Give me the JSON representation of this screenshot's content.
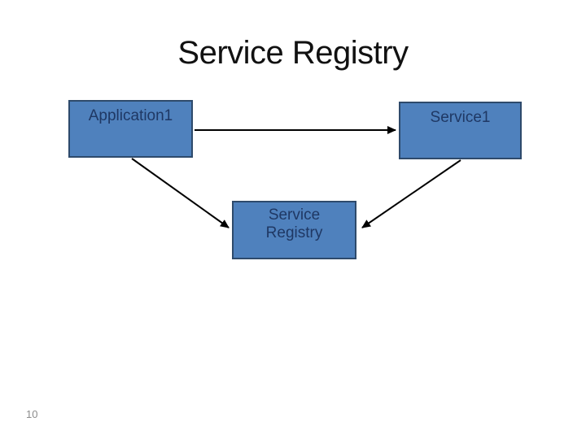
{
  "slide": {
    "title": "Service Registry",
    "page_number": "10"
  },
  "diagram": {
    "nodes": [
      {
        "id": "application1",
        "label": "Application1"
      },
      {
        "id": "service1",
        "label": "Service1"
      },
      {
        "id": "service_registry",
        "label": "Service Registry"
      }
    ],
    "edges": [
      {
        "from": "application1",
        "to": "service1",
        "arrow": "end"
      },
      {
        "from": "application1",
        "to": "service_registry",
        "arrow": "end"
      },
      {
        "from": "service1",
        "to": "service_registry",
        "arrow": "end"
      }
    ],
    "colors": {
      "node_fill": "#4f81bd",
      "node_border": "#2e4a6b",
      "node_text": "#1f3864",
      "edge": "#000000",
      "title_text": "#111111",
      "page_number_text": "#8c8c8c"
    }
  }
}
